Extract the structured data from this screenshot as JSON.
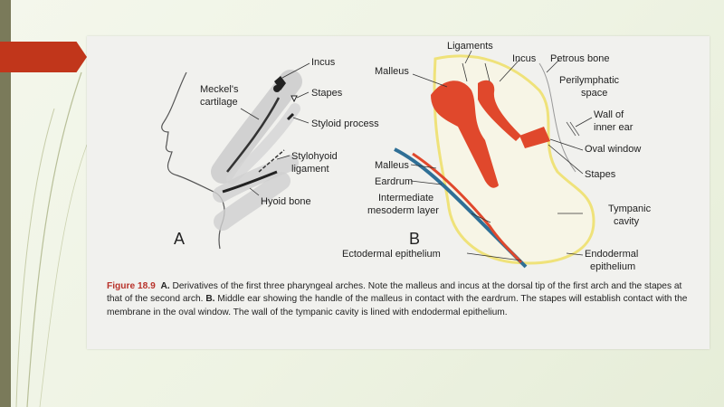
{
  "theme": {
    "accent": "#c1361b",
    "muscle": "#e0482c",
    "cartilage": "#8a8a8a",
    "epithelium_blue": "#2f6f96",
    "endoderm_yellow": "#f0e68a"
  },
  "figure": {
    "panel_a": {
      "letter": "A",
      "labels": {
        "incus": "Incus",
        "meckels_1": "Meckel's",
        "meckels_2": "cartilage",
        "stapes": "Stapes",
        "styloid": "Styloid process",
        "stylohyoid_1": "Stylohyoid",
        "stylohyoid_2": "ligament",
        "hyoid": "Hyoid bone"
      }
    },
    "panel_b": {
      "letter": "B",
      "labels": {
        "ligaments": "Ligaments",
        "malleus_top": "Malleus",
        "incus": "Incus",
        "petrous": "Petrous bone",
        "perilymphatic_1": "Perilymphatic",
        "perilymphatic_2": "space",
        "wall_1": "Wall of",
        "wall_2": "inner ear",
        "oval_window": "Oval window",
        "malleus_mid": "Malleus",
        "stapes": "Stapes",
        "eardrum": "Eardrum",
        "intermediate_1": "Intermediate",
        "intermediate_2": "mesoderm layer",
        "tympanic_1": "Tympanic",
        "tympanic_2": "cavity",
        "ectodermal": "Ectodermal epithelium",
        "endodermal_1": "Endodermal",
        "endodermal_2": "epithelium"
      }
    },
    "caption": {
      "figure_label": "Figure 18.9",
      "a_label": "A.",
      "a_text": "Derivatives of the first three pharyngeal arches. Note the malleus and incus at the dorsal tip of the first arch and the stapes at that of the second arch.",
      "b_label": "B.",
      "b_text": "Middle ear showing the handle of the malleus in contact with the eardrum. The stapes will establish contact with the membrane in the oval window. The wall of the tympanic cavity is lined with endodermal epithelium."
    }
  }
}
